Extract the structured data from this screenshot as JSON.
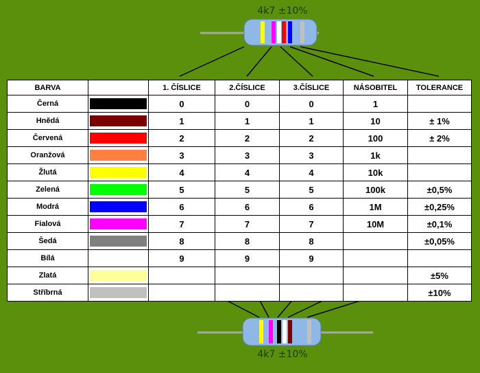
{
  "top_label": "4k7  ±10%",
  "bottom_label": "4k7  ±10%",
  "headers": [
    "BARVA",
    "",
    "1. ČÍSLICE",
    "2.ČÍSLICE",
    "3.ČÍSLICE",
    "NÁSOBITEL",
    "TOLERANCE"
  ],
  "rows": [
    {
      "name": "Černá",
      "color": "#000000",
      "d1": "0",
      "d2": "0",
      "d3": "0",
      "mult": "1",
      "tol": ""
    },
    {
      "name": "Hnědá",
      "color": "#7a0000",
      "d1": "1",
      "d2": "1",
      "d3": "1",
      "mult": "10",
      "tol": "± 1%"
    },
    {
      "name": "Červená",
      "color": "#ff0000",
      "d1": "2",
      "d2": "2",
      "d3": "2",
      "mult": "100",
      "tol": "± 2%"
    },
    {
      "name": "Oranžová",
      "color": "#ff8040",
      "d1": "3",
      "d2": "3",
      "d3": "3",
      "mult": "1k",
      "tol": ""
    },
    {
      "name": "Žlutá",
      "color": "#ffff00",
      "d1": "4",
      "d2": "4",
      "d3": "4",
      "mult": "10k",
      "tol": ""
    },
    {
      "name": "Zelená",
      "color": "#00ff00",
      "d1": "5",
      "d2": "5",
      "d3": "5",
      "mult": "100k",
      "tol": "±0,5%"
    },
    {
      "name": "Modrá",
      "color": "#0000ff",
      "d1": "6",
      "d2": "6",
      "d3": "6",
      "mult": "1M",
      "tol": "±0,25%"
    },
    {
      "name": "Fialová",
      "color": "#ff00ff",
      "d1": "7",
      "d2": "7",
      "d3": "7",
      "mult": "10M",
      "tol": "±0,1%"
    },
    {
      "name": "Šedá",
      "color": "#808080",
      "d1": "8",
      "d2": "8",
      "d3": "8",
      "mult": "",
      "tol": "±0,05%"
    },
    {
      "name": "Bílá",
      "color": "#ffffff",
      "d1": "9",
      "d2": "9",
      "d3": "9",
      "mult": "",
      "tol": ""
    },
    {
      "name": "Zlatá",
      "color": "#ffff99",
      "d1": "",
      "d2": "",
      "d3": "",
      "mult": "",
      "tol": "±5%"
    },
    {
      "name": "Stříbrná",
      "color": "#c0c0c0",
      "d1": "",
      "d2": "",
      "d3": "",
      "mult": "",
      "tol": "±10%"
    }
  ],
  "top_resistor_bands": [
    "#ffff00",
    "#ff00ff",
    "#ffffff",
    "#0000ff",
    "#ff0000",
    "#c0c0c0"
  ],
  "bottom_resistor_bands": [
    "#ffff00",
    "#ff00ff",
    "#000000",
    "#ffffff",
    "#7a0000",
    "#c0c0c0"
  ],
  "colors": {
    "background": "#5b900c",
    "resistor_body": "#8fb8e6",
    "lead": "#a8a8a8"
  }
}
